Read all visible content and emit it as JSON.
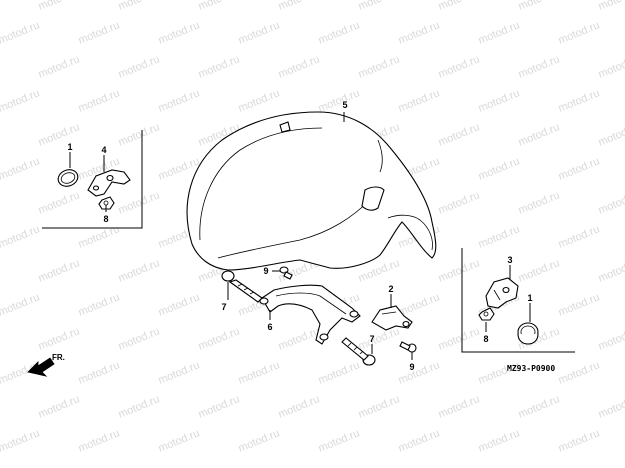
{
  "watermark": "motod.ru",
  "diagram_code": "MZ93-P0900",
  "direction_label": "FR.",
  "callouts": {
    "n1a": "1",
    "n4": "4",
    "n8a": "8",
    "n5": "5",
    "n9a": "9",
    "n7a": "7",
    "n6": "6",
    "n2": "2",
    "n7b": "7",
    "n9b": "9",
    "n3": "3",
    "n8b": "8",
    "n1b": "1"
  },
  "colors": {
    "line": "#000000",
    "watermark": "#d9d9d9",
    "background": "#ffffff"
  }
}
